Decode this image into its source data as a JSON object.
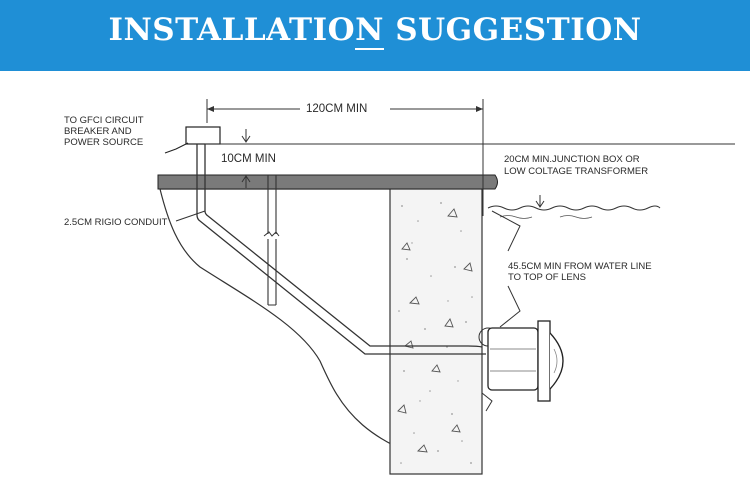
{
  "header": {
    "title_part1": "INSTALLATIO",
    "title_part2": "N",
    "title_part3": " SUGGESTION",
    "bg_color": "#1f8fd6"
  },
  "labels": {
    "gfci_line1": "TO GFCI CIRCUIT",
    "gfci_line2": "BREAKER AND",
    "gfci_line3": "POWER SOURCE",
    "dim_120": "120CM MIN",
    "dim_10": "10CM MIN",
    "junction_line1": "20CM MIN.JUNCTION BOX OR",
    "junction_line2": "LOW COLTAGE TRANSFORMER",
    "conduit": "2.5CM RIGIO CONDUIT",
    "water_line1": "45.5CM MIN FROM WATER LINE",
    "water_line2": "TO TOP OF LENS"
  }
}
